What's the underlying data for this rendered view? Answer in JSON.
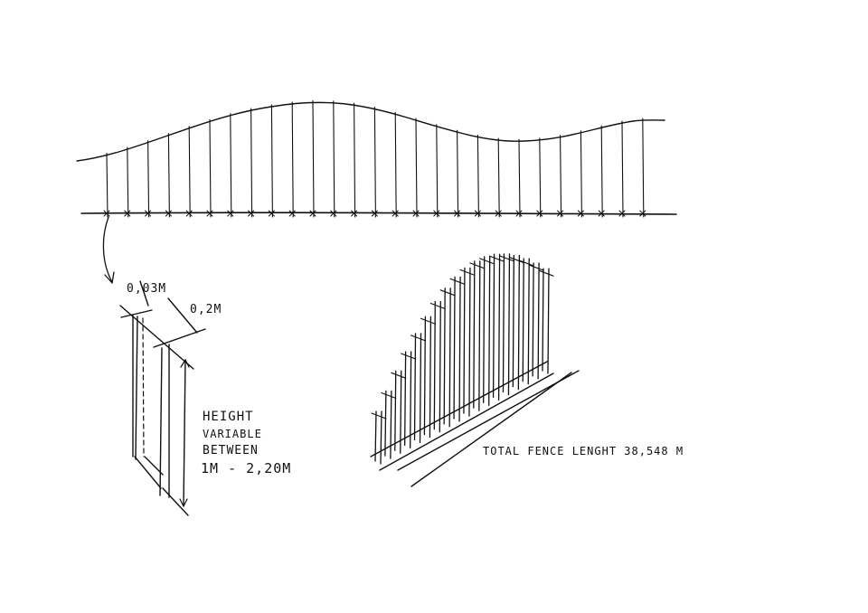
{
  "post_detail": {
    "thickness_label": "0,03M",
    "depth_label": "0,2M",
    "height_lines": [
      "HEIGHT",
      "VARIABLE",
      "BETWEEN",
      "1M - 2,20M"
    ]
  },
  "fence_view": {
    "total_length_label": "TOTAL FENCE LENGHT 38,548 M"
  },
  "colors": {
    "ink": "#111111",
    "paper": "#ffffff"
  }
}
